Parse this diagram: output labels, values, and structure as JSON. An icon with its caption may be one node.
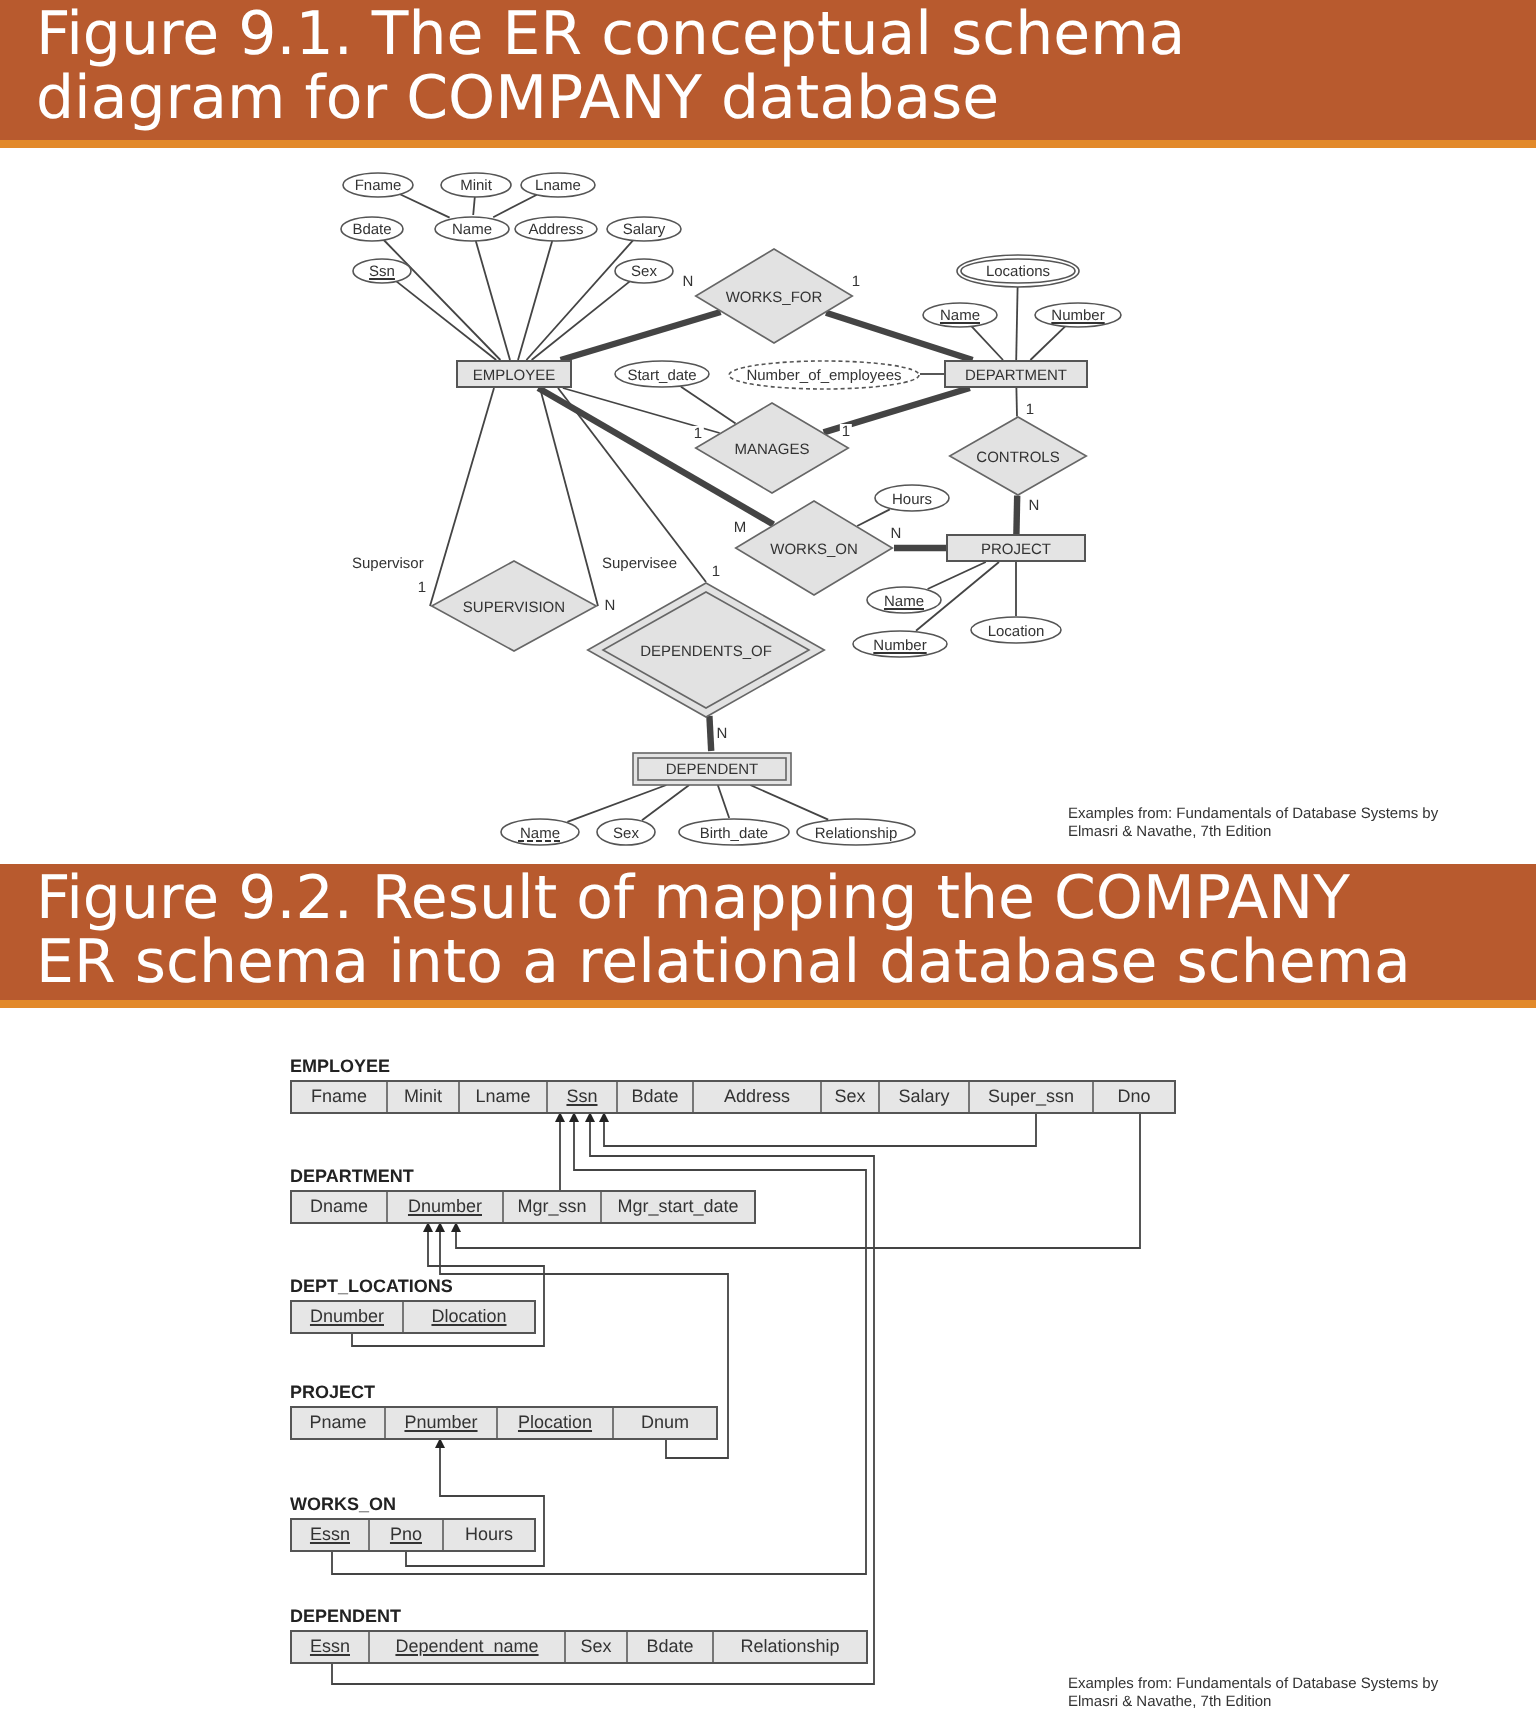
{
  "diagram": {
    "title": "Figure 9.1. The ER conceptual schema diagram for COMPANY database",
    "nodes": [
      {
        "text": [
          "Fname"
        ]
      },
      {
        "text": [
          "Minit"
        ]
      },
      {
        "text": [
          "Lname"
        ]
      },
      {
        "text": [
          "Bdate"
        ]
      },
      {
        "text": [
          "Name"
        ]
      },
      {
        "text": [
          "Address"
        ]
      },
      {
        "text": [
          "Salary"
        ]
      },
      {
        "text": [
          "Ssn"
        ]
      },
      {
        "text": [
          "Sex"
        ]
      },
      {
        "text": [
          "EMPLOYEE"
        ]
      },
      {
        "text": [
          "WORKS_FOR"
        ]
      },
      {
        "text": [
          "Locations"
        ]
      },
      {
        "text": [
          "Name"
        ]
      },
      {
        "text": [
          "Number"
        ]
      },
      {
        "text": [
          "Start_date"
        ]
      },
      {
        "text": [
          "Number_of_employees"
        ]
      },
      {
        "text": [
          "DEPARTMENT"
        ]
      },
      {
        "text": [
          "MANAGES"
        ]
      },
      {
        "text": [
          "CONTROLS"
        ]
      },
      {
        "text": [
          "Hours"
        ]
      },
      {
        "text": [
          "WORKS_ON"
        ]
      },
      {
        "text": [
          "PROJECT"
        ]
      },
      {
        "text": [
          "Name"
        ]
      },
      {
        "text": [
          "Location"
        ]
      },
      {
        "text": [
          "Number"
        ]
      },
      {
        "text": [
          "SUPERVISION"
        ]
      },
      {
        "text": [
          "DEPENDENTS_OF"
        ]
      },
      {
        "text": [
          "DEPENDENT"
        ]
      },
      {
        "text": [
          "Name"
        ]
      },
      {
        "text": [
          "Sex"
        ]
      },
      {
        "text": [
          "Birth_date"
        ]
      },
      {
        "text": [
          "Relationship"
        ]
      },
      {
        "text": [
          "EMPLOYEE"
        ]
      },
      {
        "text": [
          "Fname"
        ],
        "in": 32
      },
      {
        "text": [
          "Minit"
        ],
        "in": 32
      },
      {
        "text": [
          "Lname"
        ],
        "in": 32
      },
      {
        "text": [
          "Ssn"
        ],
        "in": 32
      },
      {
        "text": [
          "Bdate"
        ],
        "in": 32
      },
      {
        "text": [
          "Address"
        ],
        "in": 32
      },
      {
        "text": [
          "Sex"
        ],
        "in": 32
      },
      {
        "text": [
          "Salary"
        ],
        "in": 32
      },
      {
        "text": [
          "Super_ssn"
        ],
        "in": 32
      },
      {
        "text": [
          "Dno"
        ],
        "in": 32
      },
      {
        "text": [
          "DEPARTMENT"
        ]
      },
      {
        "text": [
          "Dname"
        ],
        "in": 43
      },
      {
        "text": [
          "Dnumber"
        ],
        "in": 43
      },
      {
        "text": [
          "Mgr_ssn"
        ],
        "in": 43
      },
      {
        "text": [
          "Mgr_start_date"
        ],
        "in": 43
      },
      {
        "text": [
          "DEPT_LOCATIONS"
        ]
      },
      {
        "text": [
          "Dnumber"
        ],
        "in": 48
      },
      {
        "text": [
          "Dlocation"
        ],
        "in": 48
      },
      {
        "text": [
          "PROJECT"
        ]
      },
      {
        "text": [
          "Pname"
        ],
        "in": 51
      },
      {
        "text": [
          "Pnumber"
        ],
        "in": 51
      },
      {
        "text": [
          "Plocation"
        ],
        "in": 51
      },
      {
        "text": [
          "Dnum"
        ],
        "in": 51
      },
      {
        "text": [
          "WORKS_ON"
        ]
      },
      {
        "text": [
          "Essn"
        ],
        "in": 56
      },
      {
        "text": [
          "Pno"
        ],
        "in": 56
      },
      {
        "text": [
          "Hours"
        ],
        "in": 56
      },
      {
        "text": [
          "DEPENDENT"
        ]
      },
      {
        "text": [
          "Essn"
        ],
        "in": 60
      },
      {
        "text": [
          "Dependent_name"
        ],
        "in": 60
      },
      {
        "text": [
          "Sex"
        ],
        "in": 60
      },
      {
        "text": [
          "Bdate"
        ],
        "in": 60
      },
      {
        "text": [
          "Relationship"
        ],
        "in": 60
      }
    ],
    "edges": [
      {
        "from": 0,
        "to": 4,
        "arrow": "none"
      },
      {
        "from": 1,
        "to": 4,
        "arrow": "none"
      },
      {
        "from": 2,
        "to": 4,
        "arrow": "none"
      },
      {
        "from": 3,
        "to": 9,
        "arrow": "none"
      },
      {
        "from": 4,
        "to": 9,
        "arrow": "none"
      },
      {
        "from": 5,
        "to": 9,
        "arrow": "none"
      },
      {
        "from": 6,
        "to": 9,
        "arrow": "none"
      },
      {
        "from": 7,
        "to": 9,
        "arrow": "none"
      },
      {
        "from": 8,
        "to": 9,
        "arrow": "none"
      },
      {
        "from": 9,
        "to": 10,
        "arrow": "none",
        "label": "N",
        "style": "thick"
      },
      {
        "from": 10,
        "to": 16,
        "arrow": "none",
        "label": "1",
        "style": "thick"
      },
      {
        "from": 11,
        "to": 16,
        "arrow": "none"
      },
      {
        "from": 12,
        "to": 16,
        "arrow": "none"
      },
      {
        "from": 13,
        "to": 16,
        "arrow": "none"
      },
      {
        "from": 14,
        "to": 17,
        "arrow": "none"
      },
      {
        "from": 15,
        "to": 16,
        "arrow": "none"
      },
      {
        "from": 9,
        "to": 17,
        "arrow": "none",
        "label": "1"
      },
      {
        "from": 17,
        "to": 16,
        "arrow": "none",
        "label": "1",
        "style": "thick"
      },
      {
        "from": 16,
        "to": 18,
        "arrow": "none",
        "label": "1"
      },
      {
        "from": 18,
        "to": 21,
        "arrow": "none",
        "label": "N",
        "style": "thick"
      },
      {
        "from": 19,
        "to": 20,
        "arrow": "none"
      },
      {
        "from": 9,
        "to": 20,
        "arrow": "none",
        "label": "M",
        "style": "thick"
      },
      {
        "from": 20,
        "to": 21,
        "arrow": "none",
        "label": "N",
        "style": "thick"
      },
      {
        "from": 22,
        "to": 21,
        "arrow": "none"
      },
      {
        "from": 23,
        "to": 21,
        "arrow": "none"
      },
      {
        "from": 24,
        "to": 21,
        "arrow": "none"
      },
      {
        "from": 9,
        "to": 25,
        "arrow": "none",
        "label": "1"
      },
      {
        "from": 9,
        "to": 25,
        "arrow": "none",
        "label": "N"
      },
      {
        "from": 9,
        "to": 26,
        "arrow": "none",
        "label": "1"
      },
      {
        "from": 26,
        "to": 27,
        "arrow": "none",
        "label": "N",
        "style": "thick"
      },
      {
        "from": 28,
        "to": 27,
        "arrow": "none"
      },
      {
        "from": 29,
        "to": 27,
        "arrow": "none"
      },
      {
        "from": 30,
        "to": 27,
        "arrow": "none"
      },
      {
        "from": 31,
        "to": 27,
        "arrow": "none"
      },
      {
        "from": 41,
        "to": 36,
        "arrow": "to"
      },
      {
        "from": 46,
        "to": 36,
        "arrow": "to"
      },
      {
        "from": 57,
        "to": 36,
        "arrow": "to"
      },
      {
        "from": 61,
        "to": 36,
        "arrow": "to"
      },
      {
        "from": 42,
        "to": 45,
        "arrow": "to"
      },
      {
        "from": 49,
        "to": 45,
        "arrow": "to"
      },
      {
        "from": 55,
        "to": 45,
        "arrow": "to"
      },
      {
        "from": 58,
        "to": 53,
        "arrow": "to"
      }
    ],
    "labels": [
      "Supervisor",
      "Supervisee",
      "Examples from: Fundamentals of Database Systems by Elmasri & Navathe, 7th Edition",
      "Figure 9.2. Result of mapping the COMPANY ER schema into a relational database schema",
      "Examples from: Fundamentals of Database Systems by Elmasri & Navathe, 7th Edition"
    ]
  }
}
